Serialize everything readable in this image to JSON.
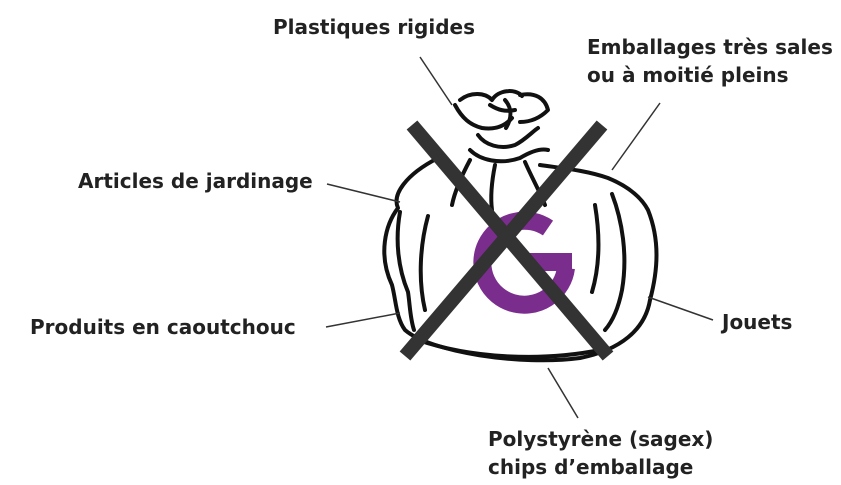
{
  "labels": {
    "rigid_plastics": "Plastiques rigides",
    "dirty_packaging_1": "Emballages très sales",
    "dirty_packaging_2": "ou à moitié pleins",
    "gardening": "Articles de jardinage",
    "rubber": "Produits en caoutchouc",
    "toys": "Jouets",
    "polystyrene_1": "Polystyrène (sagex)",
    "polystyrene_2": "chips d’emballage"
  },
  "colors": {
    "ink": "#222222",
    "cross": "#333333",
    "logo": "#7b2d8e",
    "background": "#ffffff"
  },
  "icons": {
    "bag": "trash-bag-icon",
    "logo": "brand-logo-icon",
    "cross": "prohibited-cross-icon"
  }
}
